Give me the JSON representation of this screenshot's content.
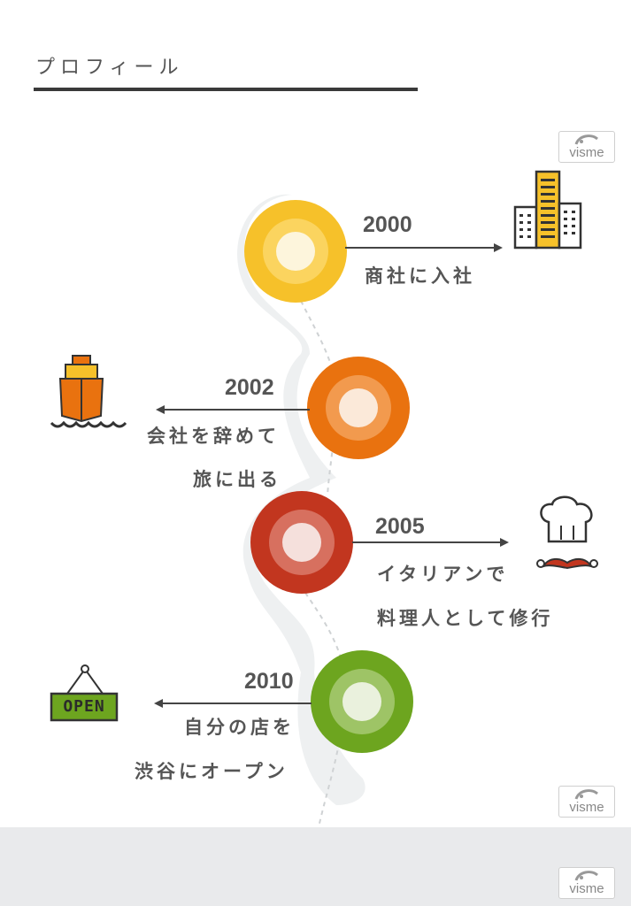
{
  "page": {
    "title": "プロフィール"
  },
  "watermark": {
    "label": "visme"
  },
  "timeline": [
    {
      "year": "2000",
      "lines": [
        "商社に入社"
      ],
      "color": "#f6c12a",
      "ring": "#fbd45f",
      "icon": "office-building-icon"
    },
    {
      "year": "2002",
      "lines": [
        "会社を辞めて",
        "旅に出る"
      ],
      "color": "#e9720f",
      "ring": "#f29a4e",
      "icon": "ship-icon"
    },
    {
      "year": "2005",
      "lines": [
        "イタリアンで",
        "料理人として修行"
      ],
      "color": "#c2361f",
      "ring": "#d7705f",
      "icon": "chef-hat-icon"
    },
    {
      "year": "2010",
      "lines": [
        "自分の店を",
        "渋谷にオープン"
      ],
      "color": "#6da51f",
      "ring": "#9ec466",
      "icon": "open-sign-icon"
    }
  ],
  "open_sign": {
    "text": "OPEN"
  },
  "colors": {
    "rule": "#3a3a3a",
    "text": "#555555",
    "footer": "#e9eaec",
    "path": "#eef0f1"
  }
}
